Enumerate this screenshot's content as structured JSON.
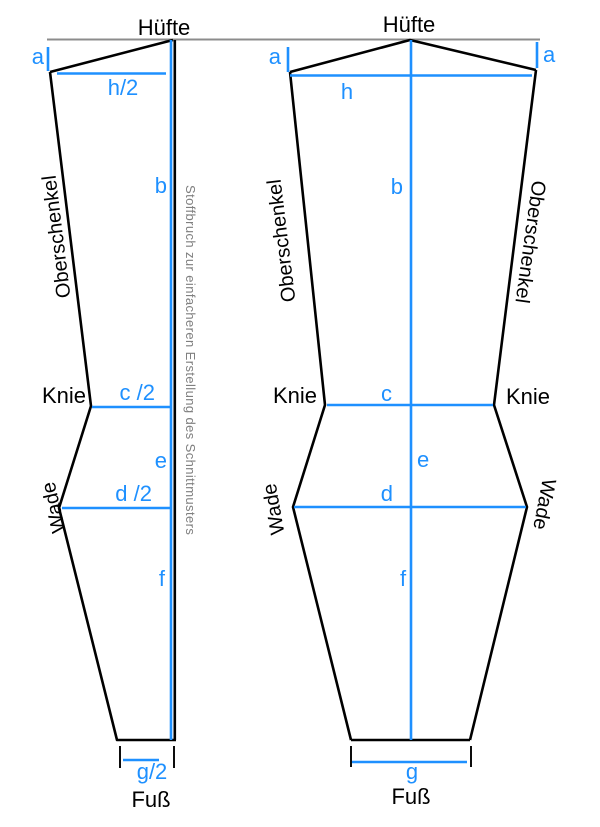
{
  "colors": {
    "outline": "#000000",
    "measure": "#1e90ff",
    "note_gray": "#7f7f7f",
    "guide_gray": "#8c8c8c"
  },
  "left_half": {
    "hip_label": "Hüfte",
    "thigh_label": "Oberschenkel",
    "knee_label": "Knie",
    "calf_label": "Wade",
    "foot_label": "Fuß",
    "fold_note": "Stoffbruch zur einfacheren Erstellung des Schnittmusters",
    "measures": {
      "a": "a",
      "h_half": "h/2",
      "b": "b",
      "c_half": "c /2",
      "e": "e",
      "d_half": "d /2",
      "f": "f",
      "g_half": "g/2"
    }
  },
  "full_piece": {
    "hip_label": "Hüfte",
    "thigh_label_left": "Oberschenkel",
    "thigh_label_right": "Oberschenkel",
    "knee_label_left": "Knie",
    "knee_label_right": "Knie",
    "calf_label_left": "Wade",
    "calf_label_right": "Wade",
    "foot_label": "Fuß",
    "measures": {
      "a_left": "a",
      "a_right": "a",
      "h": "h",
      "b": "b",
      "c": "c",
      "e": "e",
      "d": "d",
      "f": "f",
      "g": "g"
    }
  }
}
